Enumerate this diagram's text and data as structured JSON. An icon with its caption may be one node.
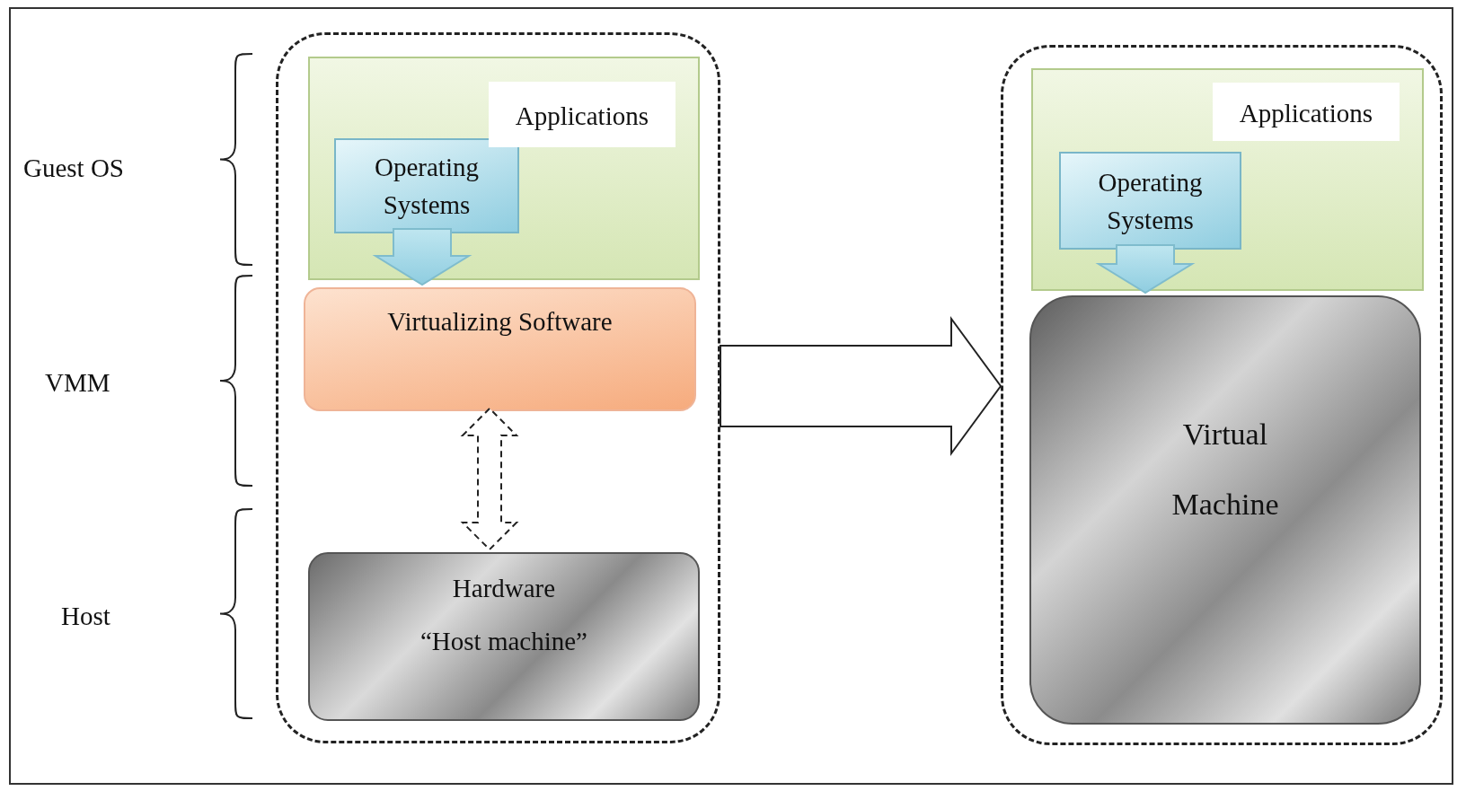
{
  "diagram": {
    "nodes": [
      {
        "text": [],
        "shape": "box"
      },
      {
        "text": [
          "Applications"
        ],
        "in": 0
      },
      {
        "text": [
          "Operating Systems"
        ],
        "in": 1
      },
      {
        "text": [
          "Virtualizing Software"
        ],
        "in": 0
      },
      {
        "text": [
          "Hardware",
          "“Host machine”"
        ],
        "in": 0
      },
      {
        "text": [],
        "shape": "box"
      },
      {
        "text": [
          "Applications"
        ],
        "in": 5
      },
      {
        "text": [
          "Operating Systems"
        ],
        "in": 6
      },
      {
        "text": [
          "Virtual Machine"
        ],
        "in": 5
      }
    ],
    "edges": [
      {
        "from": 2,
        "to": 3,
        "arrow": "to"
      },
      {
        "from": 3,
        "to": 4,
        "arrow": "both",
        "style": "dashed"
      },
      {
        "from": 0,
        "to": 5,
        "arrow": "to"
      },
      {
        "from": 7,
        "to": 8,
        "arrow": "to"
      }
    ],
    "labels": [
      "Guest OS",
      "VMM",
      "Host"
    ]
  }
}
